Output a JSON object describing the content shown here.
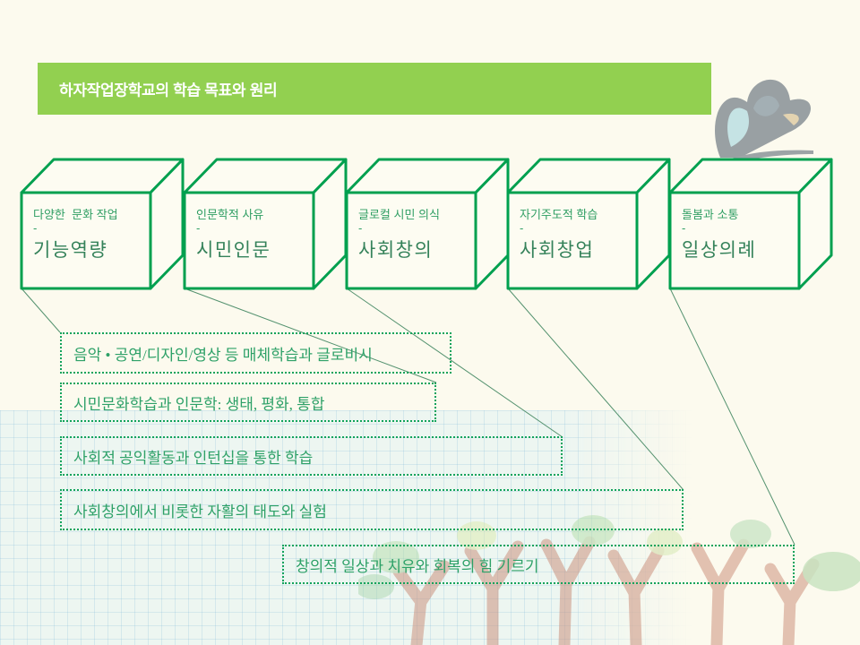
{
  "slide": {
    "title": "하자작업장학교의 학습 목표와 원리"
  },
  "cubes": [
    {
      "subtitle": "다양한  문화 작업",
      "dash": "-",
      "title": "기능역량"
    },
    {
      "subtitle": "인문학적 사유",
      "dash": "-",
      "title": "시민인문"
    },
    {
      "subtitle": "글로컬 시민 의식",
      "dash": "-",
      "title": "사회창의"
    },
    {
      "subtitle": "자기주도적 학습",
      "dash": "-",
      "title": "사회창업"
    },
    {
      "subtitle": "돌봄과 소통",
      "dash": "-",
      "title": "일상의례"
    }
  ],
  "goals": [
    {
      "label": "음악 • 공연/디자인/영상 등 매체학습과 글로비시"
    },
    {
      "label": "시민문화학습과 인문학: 생태, 평화, 통합"
    },
    {
      "label": "사회적 공익활동과 인턴십을 통한 학습"
    },
    {
      "label": "사회창의에서 비롯한 자활의 태도와 실험"
    },
    {
      "label": "창의적 일상과 치유와 회복의 힘 기르기"
    }
  ],
  "colors": {
    "header_bg": "#92d050",
    "cube_stroke": "#00a04f",
    "dotted_border": "#12a35c",
    "text_green": "#2f9e63",
    "connector_line": "#54926f"
  }
}
